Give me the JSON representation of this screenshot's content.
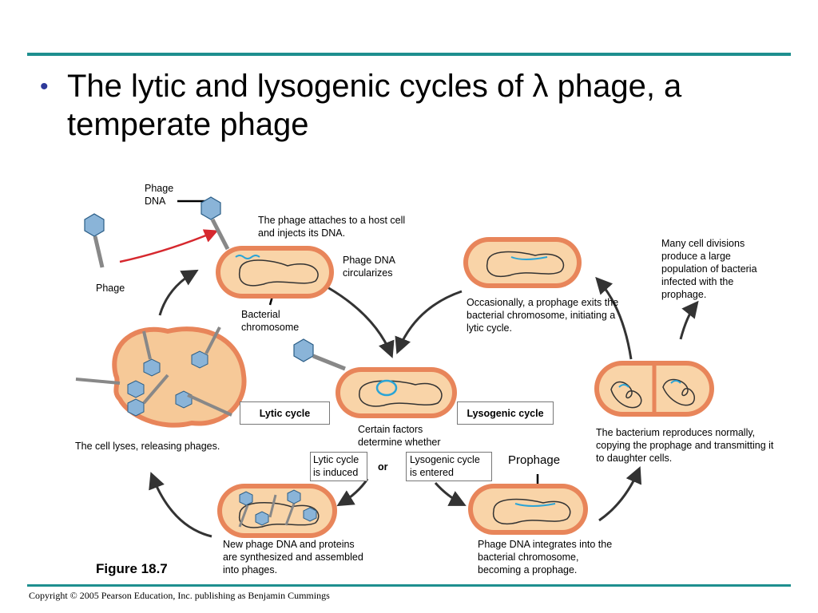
{
  "slide": {
    "bullet": "•",
    "title": "The lytic and lysogenic cycles of λ phage, a temperate phage",
    "figure_label": "Figure 18.7",
    "copyright": "Copyright © 2005 Pearson Education, Inc. publishing as Benjamin Cummings"
  },
  "labels": {
    "phage_dna": "Phage DNA",
    "phage": "Phage",
    "attach": "The phage attaches to a host cell and injects its DNA.",
    "circularizes": "Phage DNA circularizes",
    "bacterial_chromosome": "Bacterial chromosome",
    "occasionally": "Occasionally, a prophage exits the bacterial chromosome, initiating a lytic cycle.",
    "many_divisions": "Many cell divisions produce a large population of bacteria infected with the prophage.",
    "lyses": "The cell lyses, releasing phages.",
    "lytic_cycle": "Lytic cycle",
    "lysogenic_cycle": "Lysogenic cycle",
    "certain_factors": "Certain factors determine whether",
    "lytic_induced": "Lytic cycle is induced",
    "or": "or",
    "lysogenic_entered": "Lysogenic cycle is entered",
    "prophage": "Prophage",
    "reproduces": "The bacterium reproduces normally, copying the prophage and transmitting it to daughter cells.",
    "new_phage": "New phage DNA and proteins are synthesized and assembled into phages.",
    "integrates": "Phage DNA integrates into the bacterial chromosome, becoming a prophage."
  },
  "colors": {
    "rule": "#1e8f8f",
    "cell_outer": "#e8855a",
    "cell_inner": "#f9d4a8",
    "phage_dna": "#2aa4d6",
    "arrow_red": "#d6282e",
    "arrow": "#333333",
    "phage_head": "#8ab4d8"
  }
}
